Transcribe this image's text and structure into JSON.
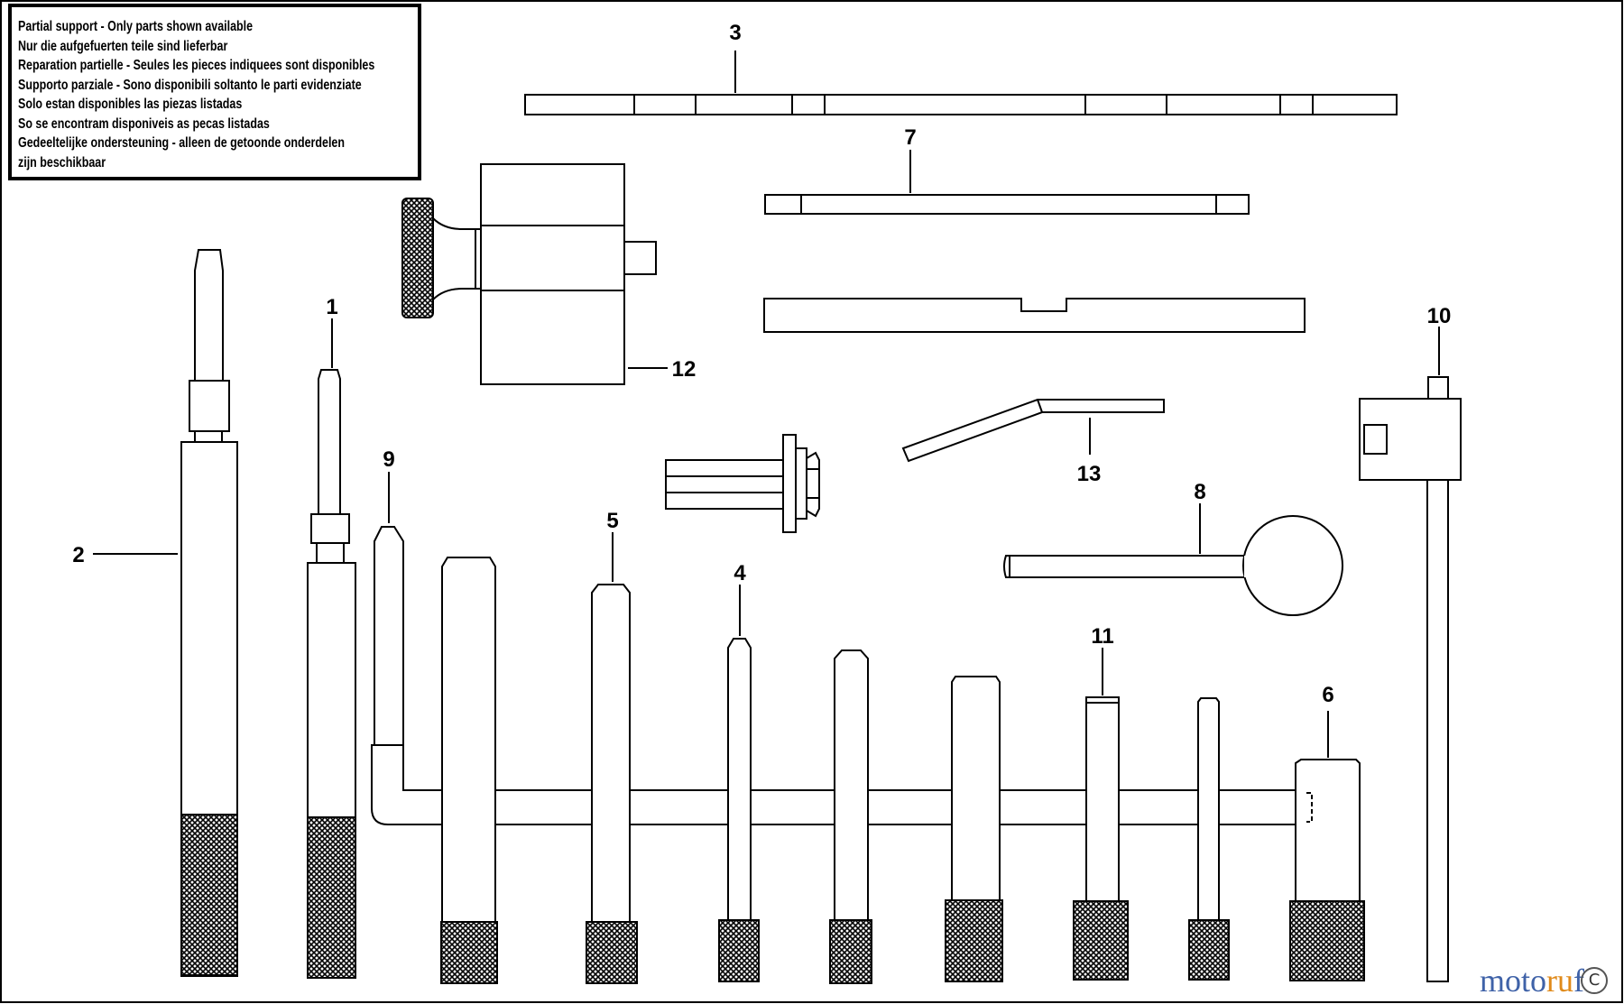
{
  "notice": {
    "lines": [
      "Partial support - Only parts shown available",
      "Nur die aufgefuerten teile sind lieferbar",
      "Reparation partielle - Seules les pieces indiquees sont disponibles",
      "Supporto parziale - Sono disponibili soltanto le parti evidenziate",
      "Solo estan disponibles las piezas listadas",
      "So se encontram disponiveis as pecas listadas",
      "Gedeeltelijke ondersteuning - alleen de getoonde onderdelen",
      "zijn beschikbaar"
    ]
  },
  "callouts": {
    "c1": "1",
    "c2": "2",
    "c3": "3",
    "c4": "4",
    "c5": "5",
    "c6": "6",
    "c7": "7",
    "c8": "8",
    "c9": "9",
    "c10": "10",
    "c11": "11",
    "c12": "12",
    "c13": "13"
  },
  "brand": {
    "part1": "moto",
    "part2": "ru",
    "part3": "f",
    "copyright": "C"
  },
  "colors": {
    "line": "#000000",
    "background": "#ffffff",
    "brand_blue": "#3f62a8",
    "brand_orange": "#e08a1a"
  }
}
